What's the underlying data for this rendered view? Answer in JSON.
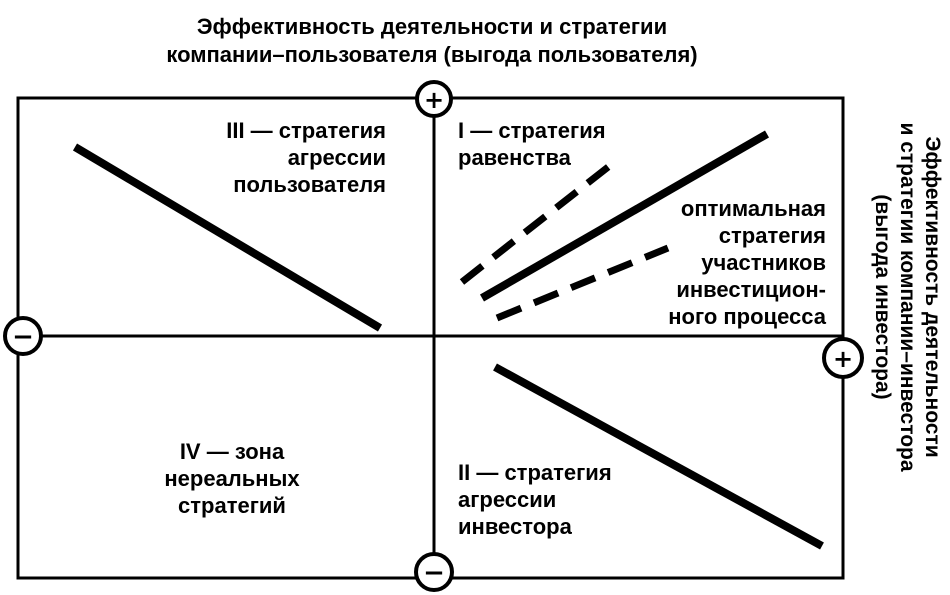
{
  "top_title": {
    "line1": "Эффективность деятельности и стратегии",
    "line2": "компании–пользователя (выгода пользователя)"
  },
  "side_title": {
    "line1": "Эффективность деятельности",
    "line2": "и стратегии компании–инвестора",
    "line3": "(выгода инвестора)"
  },
  "markers": {
    "top": "+",
    "right": "+",
    "left": "−",
    "bottom": "−"
  },
  "quadrants": {
    "q1": {
      "line1": "I — стратегия",
      "line2": "равенства"
    },
    "q2": {
      "line1": "II — стратегия",
      "line2": "агрессии",
      "line3": "инвестора"
    },
    "q3": {
      "line1": "III — стратегия",
      "line2": "агрессии",
      "line3": "пользователя"
    },
    "q4": {
      "line1": "IV — зона",
      "line2": "нереальных",
      "line3": "стратегий"
    }
  },
  "optimal": {
    "line1": "оптимальная",
    "line2": "стратегия",
    "line3": "участников",
    "line4": "инвестицион-",
    "line5": "ного процесса"
  }
}
